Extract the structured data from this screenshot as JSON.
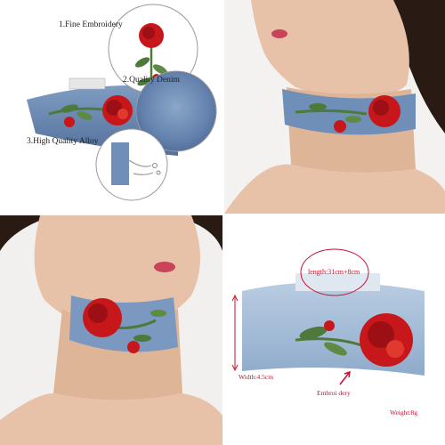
{
  "panel_tl": {
    "label_embroidery": "1.Fine Embroidery",
    "label_denim": "2.Quality Denim",
    "label_alloy": "3.High Quality Alloy"
  },
  "panel_br": {
    "length": "length:31cm+8cm",
    "width": "Width:4.5cm",
    "embroidery": "Embroi dery",
    "weight": "Weight:8g"
  },
  "colors": {
    "denim": "#6f8fb8",
    "denim_light": "#a8c0d8",
    "rose_red": "#c8171b",
    "leaf_green": "#4d7a3a",
    "skin": "#e7c2a8",
    "hair": "#2a1a14",
    "lips": "#c9435a",
    "annotation_red": "#c8102e"
  }
}
